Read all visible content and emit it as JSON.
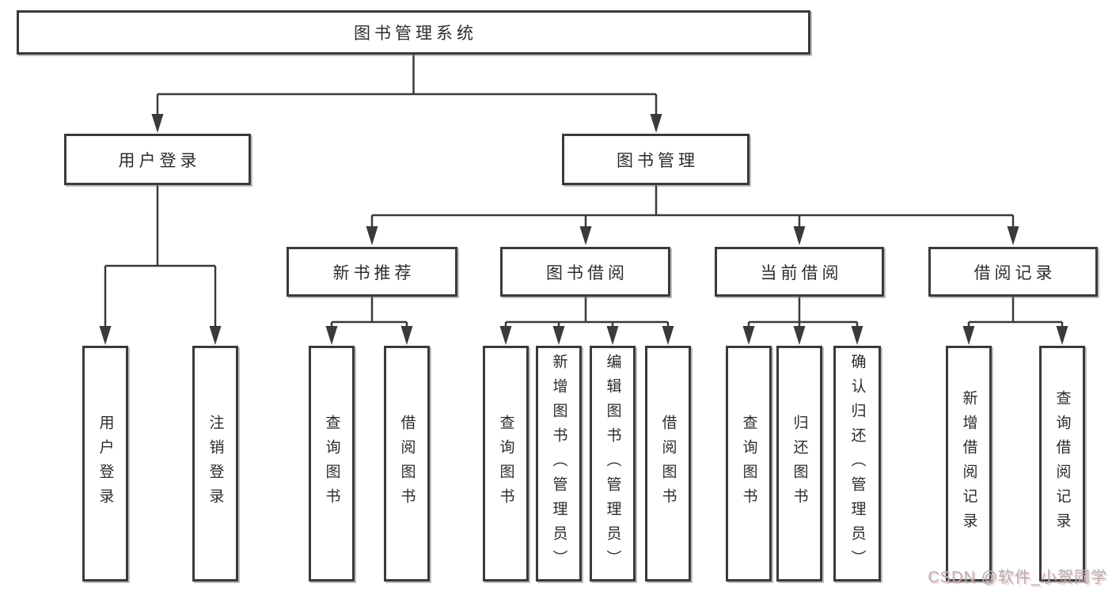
{
  "tree": {
    "root": {
      "label": "图书管理系统"
    },
    "branches": [
      {
        "label": "用户登录",
        "children": [
          {
            "label": "用户登录"
          },
          {
            "label": "注销登录"
          }
        ]
      },
      {
        "label": "图书管理",
        "children": [
          {
            "label": "新书推荐",
            "children": [
              {
                "label": "查询图书"
              },
              {
                "label": "借阅图书"
              }
            ]
          },
          {
            "label": "图书借阅",
            "children": [
              {
                "label": "查询图书"
              },
              {
                "label": "新增图书（管理员）"
              },
              {
                "label": "编辑图书（管理员）"
              },
              {
                "label": "借阅图书"
              }
            ]
          },
          {
            "label": "当前借阅",
            "children": [
              {
                "label": "查询图书"
              },
              {
                "label": "归还图书"
              },
              {
                "label": "确认归还（管理员）"
              }
            ]
          },
          {
            "label": "借阅记录",
            "children": [
              {
                "label": "新增借阅记录"
              },
              {
                "label": "查询借阅记录"
              }
            ]
          }
        ]
      }
    ]
  },
  "watermark": "CSDN @软件_小贺同学",
  "style": {
    "line_color": "#3a3a3c",
    "text_color": "#2c2c2e",
    "box_background": "#ffffff",
    "watermark_color": "#b0b0b3"
  }
}
